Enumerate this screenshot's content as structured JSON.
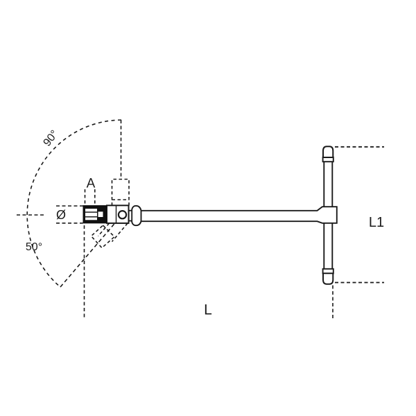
{
  "diagram": {
    "title": "T-handle swivel socket wrench technical drawing",
    "background_color": "#ffffff",
    "line_color": "#1a1a1a",
    "socket_fill_color": "#111111",
    "labels": {
      "angle_up": "90°",
      "angle_down": "50°",
      "drive_size": "A",
      "socket_diameter": "Ø",
      "total_length": "L",
      "handle_length": "L1"
    }
  }
}
